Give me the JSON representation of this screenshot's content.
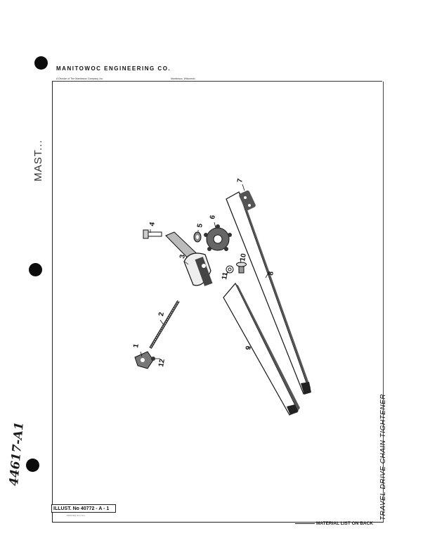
{
  "header": {
    "company": "MANITOWOC ENGINEERING CO.",
    "division": "A Division of The Manitowoc Company, Inc.",
    "location": "Manitowoc, Wisconsin"
  },
  "stamp": {
    "text": "MAST..."
  },
  "handwritten": {
    "text": "44617-A1"
  },
  "illustration": {
    "label": "ILLUST. No 40772 - A - 1",
    "sub": "PRINTED IN U.S.A."
  },
  "title": "TRAVEL DRIVE CHAIN TIGHTENER",
  "footer": {
    "material": "MATERIAL LIST ON BACK"
  },
  "callouts": {
    "c1": "1",
    "c2": "2",
    "c3": "3",
    "c4": "4",
    "c5": "5",
    "c6": "6",
    "c7": "7",
    "c8": "8",
    "c9": "9",
    "c10": "10",
    "c11": "11",
    "c12": "12"
  }
}
